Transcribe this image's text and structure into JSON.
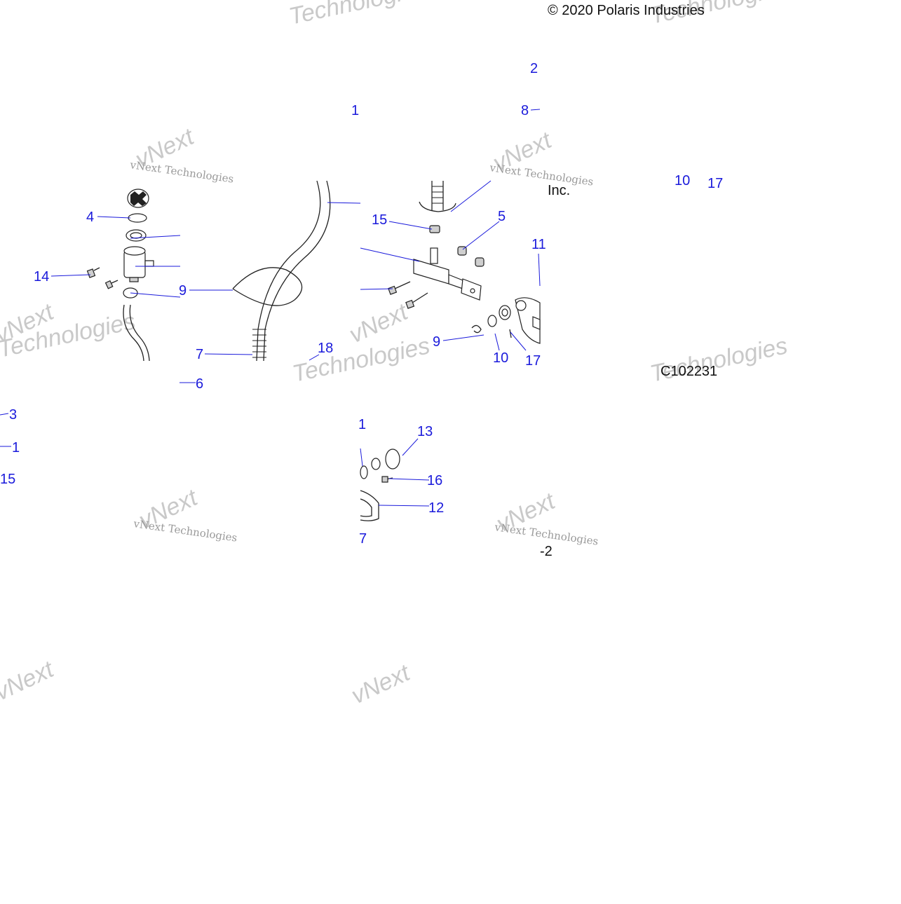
{
  "copyright": "© 2020 Polaris Industries",
  "copyright_tail": "Inc.",
  "code": "C102231",
  "code_tail": "-2",
  "watermark": {
    "brand": "vNext",
    "word": "Technologies",
    "line": "vNext Technologies"
  },
  "callouts": {
    "c1_top": "1",
    "c2_top": "2",
    "c8_top": "8",
    "c4": "4",
    "c14": "14",
    "c9_left": "9",
    "c7": "7",
    "c18": "18",
    "c6": "6",
    "c3": "3",
    "c1_left": "1",
    "c15_left": "15",
    "c15_right": "15",
    "c5": "5",
    "c11": "11",
    "c9_right": "9",
    "c10_mid": "10",
    "c17_mid": "17",
    "c10_top": "10",
    "c17_top": "17",
    "c1_bottom": "1",
    "c13": "13",
    "c16": "16",
    "c12": "12",
    "c7_bottom": "7"
  },
  "icons": {
    "reservoir_cap": "reservoir-cap-icon",
    "master_cylinder": "master-cylinder-icon",
    "brake_hose": "brake-hose-icon",
    "brake_pedal": "brake-pedal-icon"
  }
}
